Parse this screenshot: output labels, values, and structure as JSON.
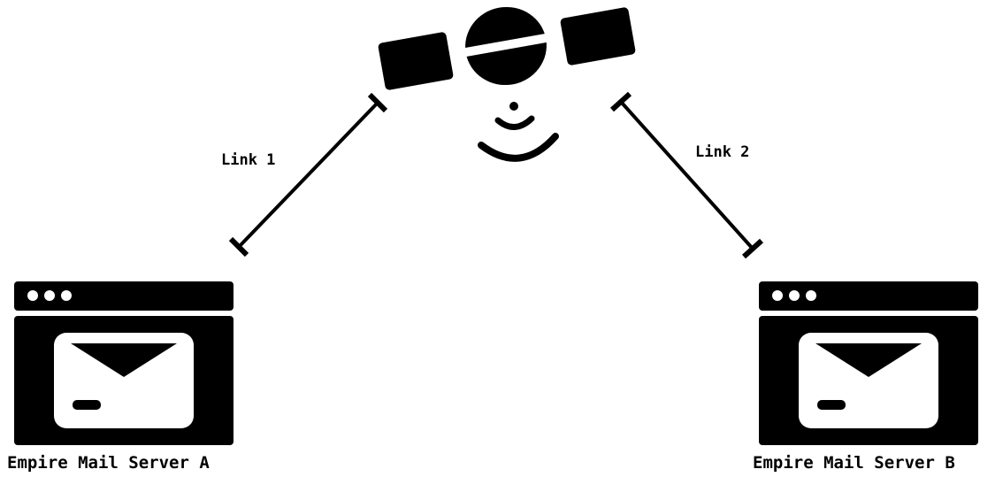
{
  "colors": {
    "ink": "#000000",
    "background": "#ffffff"
  },
  "satellite": {
    "icon": "satellite-icon"
  },
  "links": [
    {
      "label": "Link 1"
    },
    {
      "label": "Link 2"
    }
  ],
  "servers": [
    {
      "name": "Empire Mail Server A",
      "icon": "mail-server-window-icon"
    },
    {
      "name": "Empire Mail Server B",
      "icon": "mail-server-window-icon"
    }
  ]
}
